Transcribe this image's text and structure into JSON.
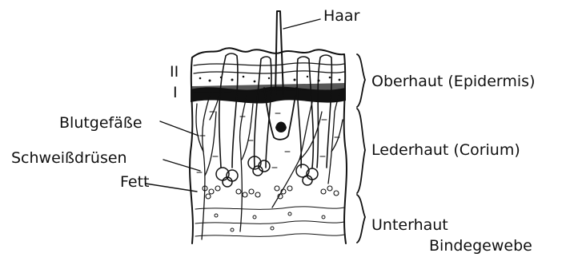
{
  "diagram": {
    "labels": {
      "hair": "Haar",
      "blood_vessels": "Blutgefäße",
      "sweat_glands": "Schweißdrüsen",
      "fat": "Fett",
      "epidermis": "Oberhaut (Epidermis)",
      "corium": "Lederhaut (Corium)",
      "subcutis": "Unterhaut",
      "connective_tissue": "Bindegewebe",
      "layer_two": "II",
      "layer_one": "I"
    },
    "colors": {
      "ink": "#111111",
      "background": "#ffffff"
    }
  }
}
